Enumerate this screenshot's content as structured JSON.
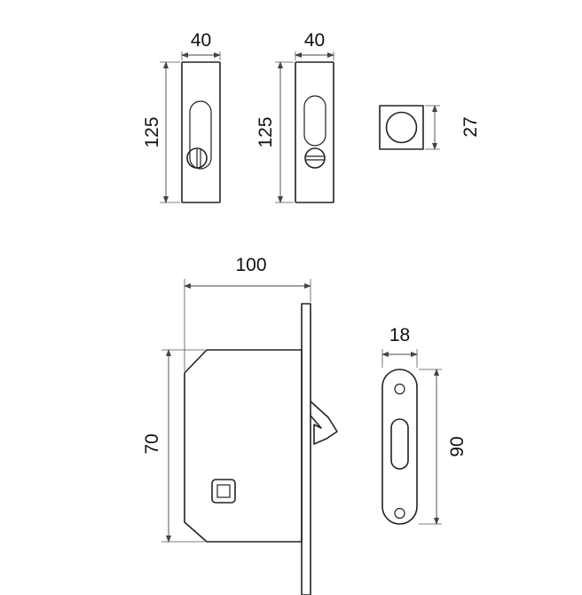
{
  "dimensions": {
    "pull_left_width": "40",
    "pull_left_height": "125",
    "pull_right_width": "40",
    "pull_right_height": "125",
    "square_pull_height": "27",
    "lock_body_width": "100",
    "lock_body_height": "70",
    "strike_plate_width": "18",
    "strike_plate_height": "90"
  }
}
